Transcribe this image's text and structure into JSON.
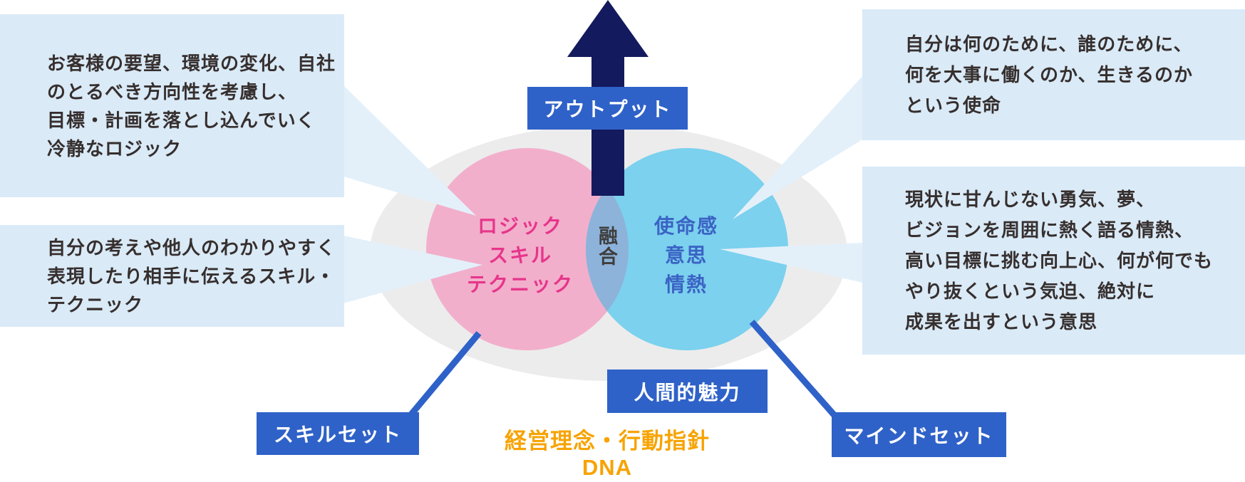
{
  "colors": {
    "note_box_bg": "#DAEAF7",
    "note_text": "#362F2E",
    "beam": "#E3F0FA",
    "gray_ellipse": "#ECECEC",
    "pink_circle": "#F2AFCB",
    "blue_circle": "#7BD1EE",
    "overlap_lens": "#8DB3DA",
    "arrow_navy": "#131A5E",
    "label_box_blue": "#2F62C8",
    "label_text_white": "#FFFFFF",
    "pink_text": "#E6368B",
    "blue_text": "#3B63C4",
    "overlap_text": "#3F3E3E",
    "foundation_orange": "#F7A301"
  },
  "arrow_label": "アウトプット",
  "left_circle": {
    "lines": [
      "ロジック",
      "スキル",
      "テクニック"
    ]
  },
  "right_circle": {
    "lines": [
      "使命感",
      "意思",
      "情熱"
    ]
  },
  "overlap_label": "融合",
  "labels": {
    "skillset": "スキルセット",
    "mindset": "マインドセット",
    "human_charm": "人間的魅力"
  },
  "foundation": {
    "line1": "経営理念・行動指針",
    "line2": "DNA"
  },
  "notes": {
    "top_left": {
      "lines": [
        "お客様の要望、環境の変化、自社",
        "のとるべき方向性を考慮し、",
        "目標・計画を落とし込んでいく",
        "冷静なロジック"
      ]
    },
    "bottom_left": {
      "lines": [
        "自分の考えや他人のわかりやすく",
        "表現したり相手に伝えるスキル・",
        "テクニック"
      ]
    },
    "top_right": {
      "lines": [
        "自分は何のために、誰のために、",
        "何を大事に働くのか、生きるのか",
        "という使命"
      ]
    },
    "bottom_right": {
      "lines": [
        "現状に甘んじない勇気、夢、",
        "ビジョンを周囲に熱く語る情熱、",
        "高い目標に挑む向上心、何が何でも",
        "やり抜くという気迫、絶対に",
        "成果を出すという意思"
      ]
    }
  }
}
